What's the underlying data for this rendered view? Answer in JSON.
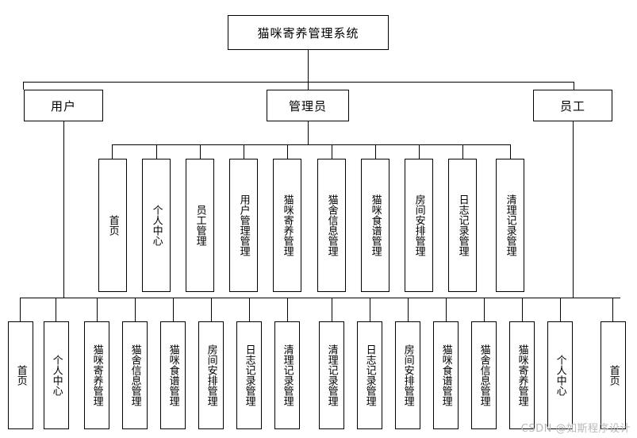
{
  "diagram": {
    "title": "猫咪寄养管理系统",
    "roles": [
      {
        "id": "user",
        "label": "用户"
      },
      {
        "id": "admin",
        "label": "管理员"
      },
      {
        "id": "staff",
        "label": "员工"
      }
    ],
    "admin_items": [
      "首页",
      "个人中心",
      "员工管理",
      "用户管理管理",
      "猫咪寄养管理",
      "猫舍信息管理",
      "猫咪食谱管理",
      "房间安排管理",
      "日志记录管理",
      "清理记录管理"
    ],
    "bottom_items": [
      "首页",
      "个人中心",
      "猫咪寄养管理",
      "猫舍信息管理",
      "猫咪食谱管理",
      "房间安排管理",
      "日志记录管理",
      "清理记录管理",
      "清理记录管理",
      "日志记录管理",
      "房间安排管理",
      "猫咪食谱管理",
      "猫舍信息管理",
      "猫咪寄养管理",
      "个人中心",
      "首页"
    ],
    "watermark": "CSDN @如斯程序设计"
  }
}
